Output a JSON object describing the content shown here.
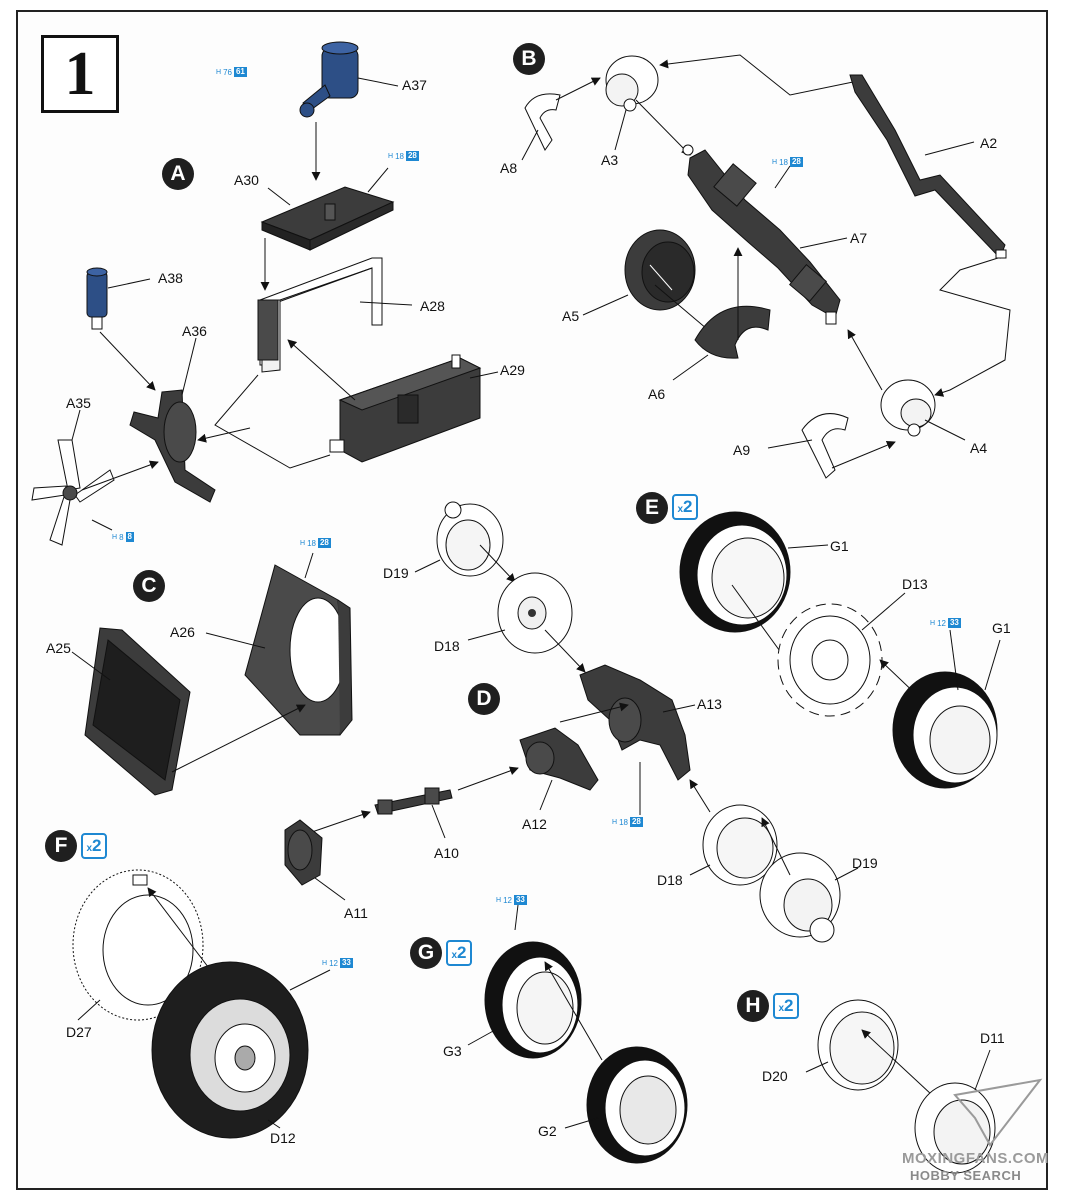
{
  "step": {
    "number": "1"
  },
  "sections": {
    "A": {
      "letter": "A"
    },
    "B": {
      "letter": "B"
    },
    "C": {
      "letter": "C"
    },
    "D": {
      "letter": "D"
    },
    "E": {
      "letter": "E",
      "multiplier": "2"
    },
    "F": {
      "letter": "F",
      "multiplier": "2"
    },
    "G": {
      "letter": "G",
      "multiplier": "2"
    },
    "H": {
      "letter": "H",
      "multiplier": "2"
    }
  },
  "parts": {
    "A2": "A2",
    "A3": "A3",
    "A4": "A4",
    "A5": "A5",
    "A6": "A6",
    "A7": "A7",
    "A8": "A8",
    "A9": "A9",
    "A10": "A10",
    "A11": "A11",
    "A12": "A12",
    "A13": "A13",
    "A25": "A25",
    "A26": "A26",
    "A28": "A28",
    "A29": "A29",
    "A30": "A30",
    "A35": "A35",
    "A36": "A36",
    "A37": "A37",
    "A38": "A38",
    "D11": "D11",
    "D12": "D12",
    "D13": "D13",
    "D18a": "D18",
    "D18b": "D18",
    "D19a": "D19",
    "D19b": "D19",
    "D20": "D20",
    "D27": "D27",
    "G1a": "G1",
    "G1b": "G1",
    "G2": "G2",
    "G3": "G3"
  },
  "paint_codes": {
    "a37": {
      "prefix": "H",
      "code": "76",
      "badge": "61"
    },
    "a30": {
      "prefix": "H",
      "code": "18",
      "badge": "28"
    },
    "a7": {
      "prefix": "H",
      "code": "18",
      "badge": "28"
    },
    "a35": {
      "prefix": "H",
      "code": "8",
      "badge": "8"
    },
    "a26": {
      "prefix": "H",
      "code": "18",
      "badge": "28"
    },
    "a13": {
      "prefix": "H",
      "code": "18",
      "badge": "28"
    },
    "g1": {
      "prefix": "H",
      "code": "12",
      "badge": "33"
    },
    "d12": {
      "prefix": "H",
      "code": "12",
      "badge": "33"
    },
    "g3": {
      "prefix": "H",
      "code": "12",
      "badge": "33"
    }
  },
  "watermark": {
    "line1": "MOXINGFANS.COM",
    "line2": "HOBBY SEARCH"
  },
  "colors": {
    "part_dark": "#3c3c3c",
    "part_blue": "#2d4f86",
    "accent_blue": "#1e88d2",
    "line": "#111111"
  }
}
